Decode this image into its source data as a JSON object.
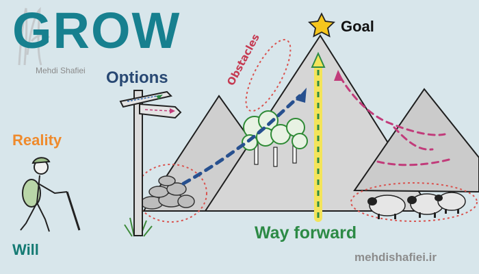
{
  "title": "GROW",
  "author": "Mehdi Shafiei",
  "labels": {
    "goal": "Goal",
    "options": "Options",
    "obstacles": "Obstacles",
    "reality": "Reality",
    "will": "Will",
    "way_forward": "Way forward"
  },
  "website": "mehdishafiei.ir",
  "colors": {
    "title": "#17808f",
    "options": "#284873",
    "reality": "#ef8a2c",
    "will": "#147a73",
    "way_forward": "#2c8a45",
    "obstacles": "#c53b52",
    "path_blue": "#27508f",
    "path_pink": "#c13b7a",
    "path_yellow": "#f3e45a",
    "mountain": "#cfcfcf",
    "star": "#f6c61d"
  },
  "icons": [
    "star-icon",
    "signpost-icon",
    "hiker-icon",
    "trees-icon",
    "sheep-icon",
    "rocks-icon",
    "logo-icon"
  ]
}
